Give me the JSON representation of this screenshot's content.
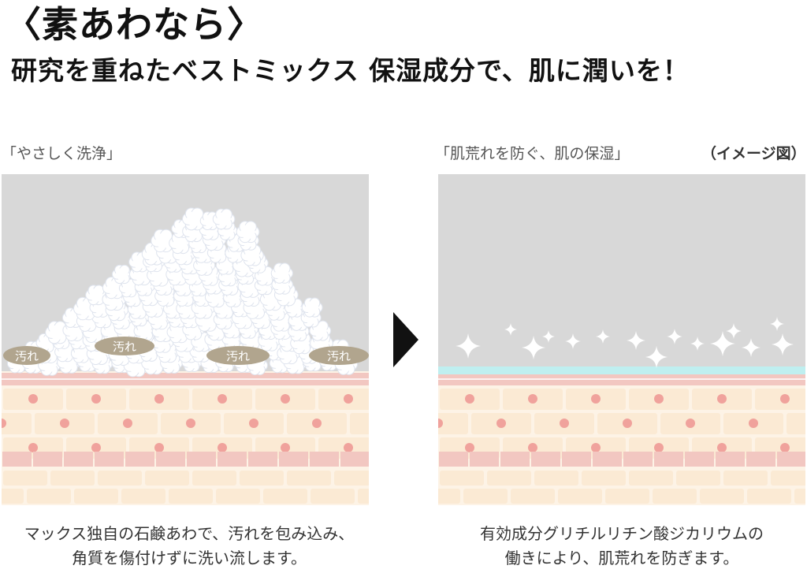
{
  "header": {
    "title": "〈素あわなら〉",
    "subtitle": "研究を重ねたベストミックス 保湿成分で、肌に潤いを！"
  },
  "left_panel": {
    "caption": "「やさしく洗浄」",
    "dirt_label": "汚れ",
    "description_lines": [
      "マックス独自の石鹸あわで、汚れを包み込み、",
      "角質を傷付けずに洗い流します。"
    ]
  },
  "right_panel": {
    "caption": "「肌荒れを防ぐ、肌の保湿」",
    "note": "（イメージ図）",
    "description_lines": [
      "有効成分グリチルリチン酸ジカリウムの",
      "働きにより、肌荒れを防ぎます。"
    ]
  },
  "colors": {
    "background_gray": "#d8d8d8",
    "skin_pink": "#f2c7c1",
    "skin_cream": "#fbead4",
    "cell_dot": "#f0a29c",
    "moisture_layer": "#bfeff0",
    "dirt": "#b1a58e",
    "foam": "#ffffff"
  },
  "icons": {
    "arrow": "right-triangle-icon",
    "sparkle": "sparkle-icon"
  }
}
